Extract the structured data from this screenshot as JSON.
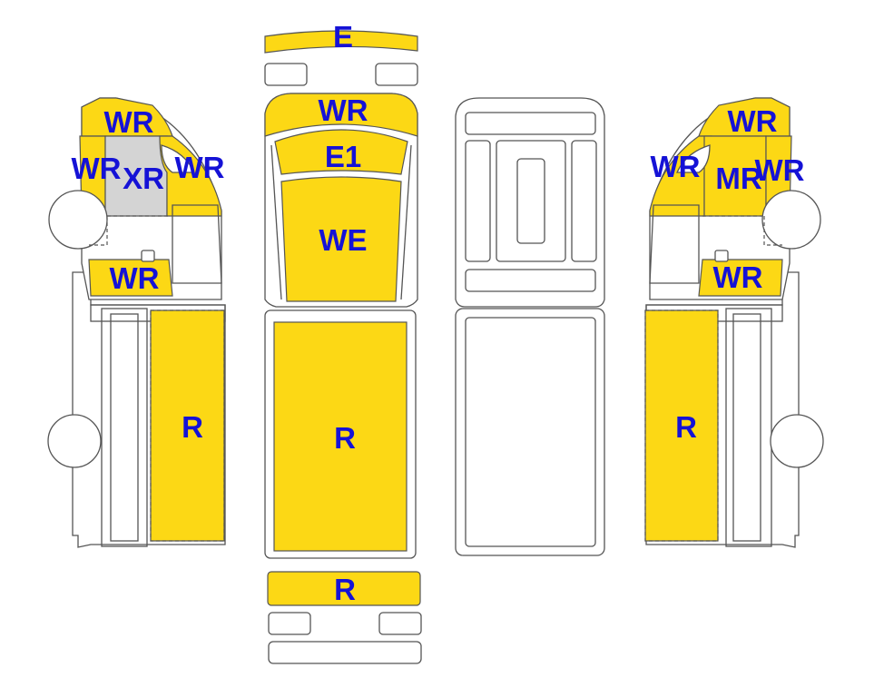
{
  "colors": {
    "zone_yellow": "#FCD815",
    "zone_grey": "#D4D4D4",
    "label_blue": "#1512D6",
    "outline": "#555555"
  },
  "labels": {
    "front_bumper": "E",
    "windscreen_top": "WR",
    "roof_front": "E1",
    "hood": "WE",
    "roof_main": "R",
    "rear_bumper": "R",
    "left_top": "WR",
    "left_side_a": "WR",
    "left_side_grey": "XR",
    "left_side_b": "WR",
    "left_bottom": "WR",
    "left_side_panel": "R",
    "right_top": "WR",
    "right_side_a": "WR",
    "right_mid": "MR",
    "right_side_b": "WR",
    "right_bottom": "WR",
    "right_side_panel": "R"
  }
}
